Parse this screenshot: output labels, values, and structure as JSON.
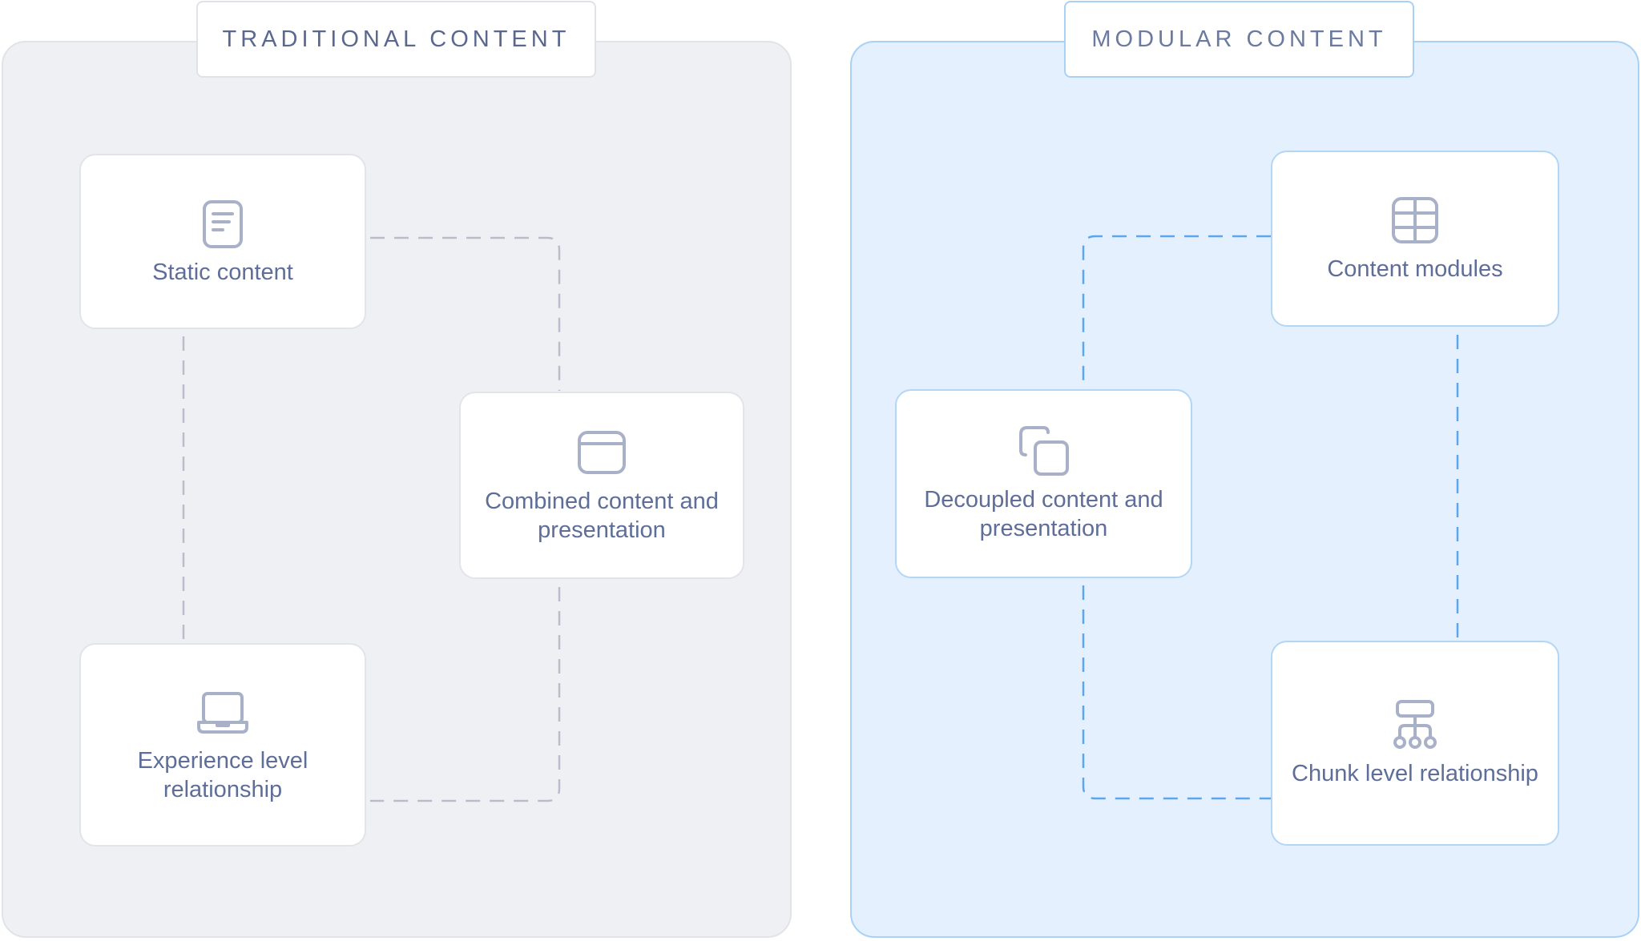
{
  "traditional": {
    "title": "TRADITIONAL CONTENT",
    "cards": {
      "static": "Static content",
      "combined": "Combined content and presentation",
      "experience": "Experience level relationship"
    }
  },
  "modular": {
    "title": "MODULAR CONTENT",
    "cards": {
      "modules": "Content modules",
      "decoupled": "Decoupled content and presentation",
      "chunk": "Chunk level relationship"
    }
  },
  "colors": {
    "traditional_panel": "#eff0f4",
    "modular_panel": "#e4f0fd",
    "traditional_line": "#b9bdcb",
    "modular_line": "#5aa6ef",
    "text": "#5e6e98",
    "icon": "#a9b1c9"
  },
  "icons": {
    "static": "document-icon",
    "combined": "window-icon",
    "experience": "laptop-icon",
    "modules": "grid-icon",
    "decoupled": "copy-icon",
    "chunk": "hierarchy-icon"
  }
}
